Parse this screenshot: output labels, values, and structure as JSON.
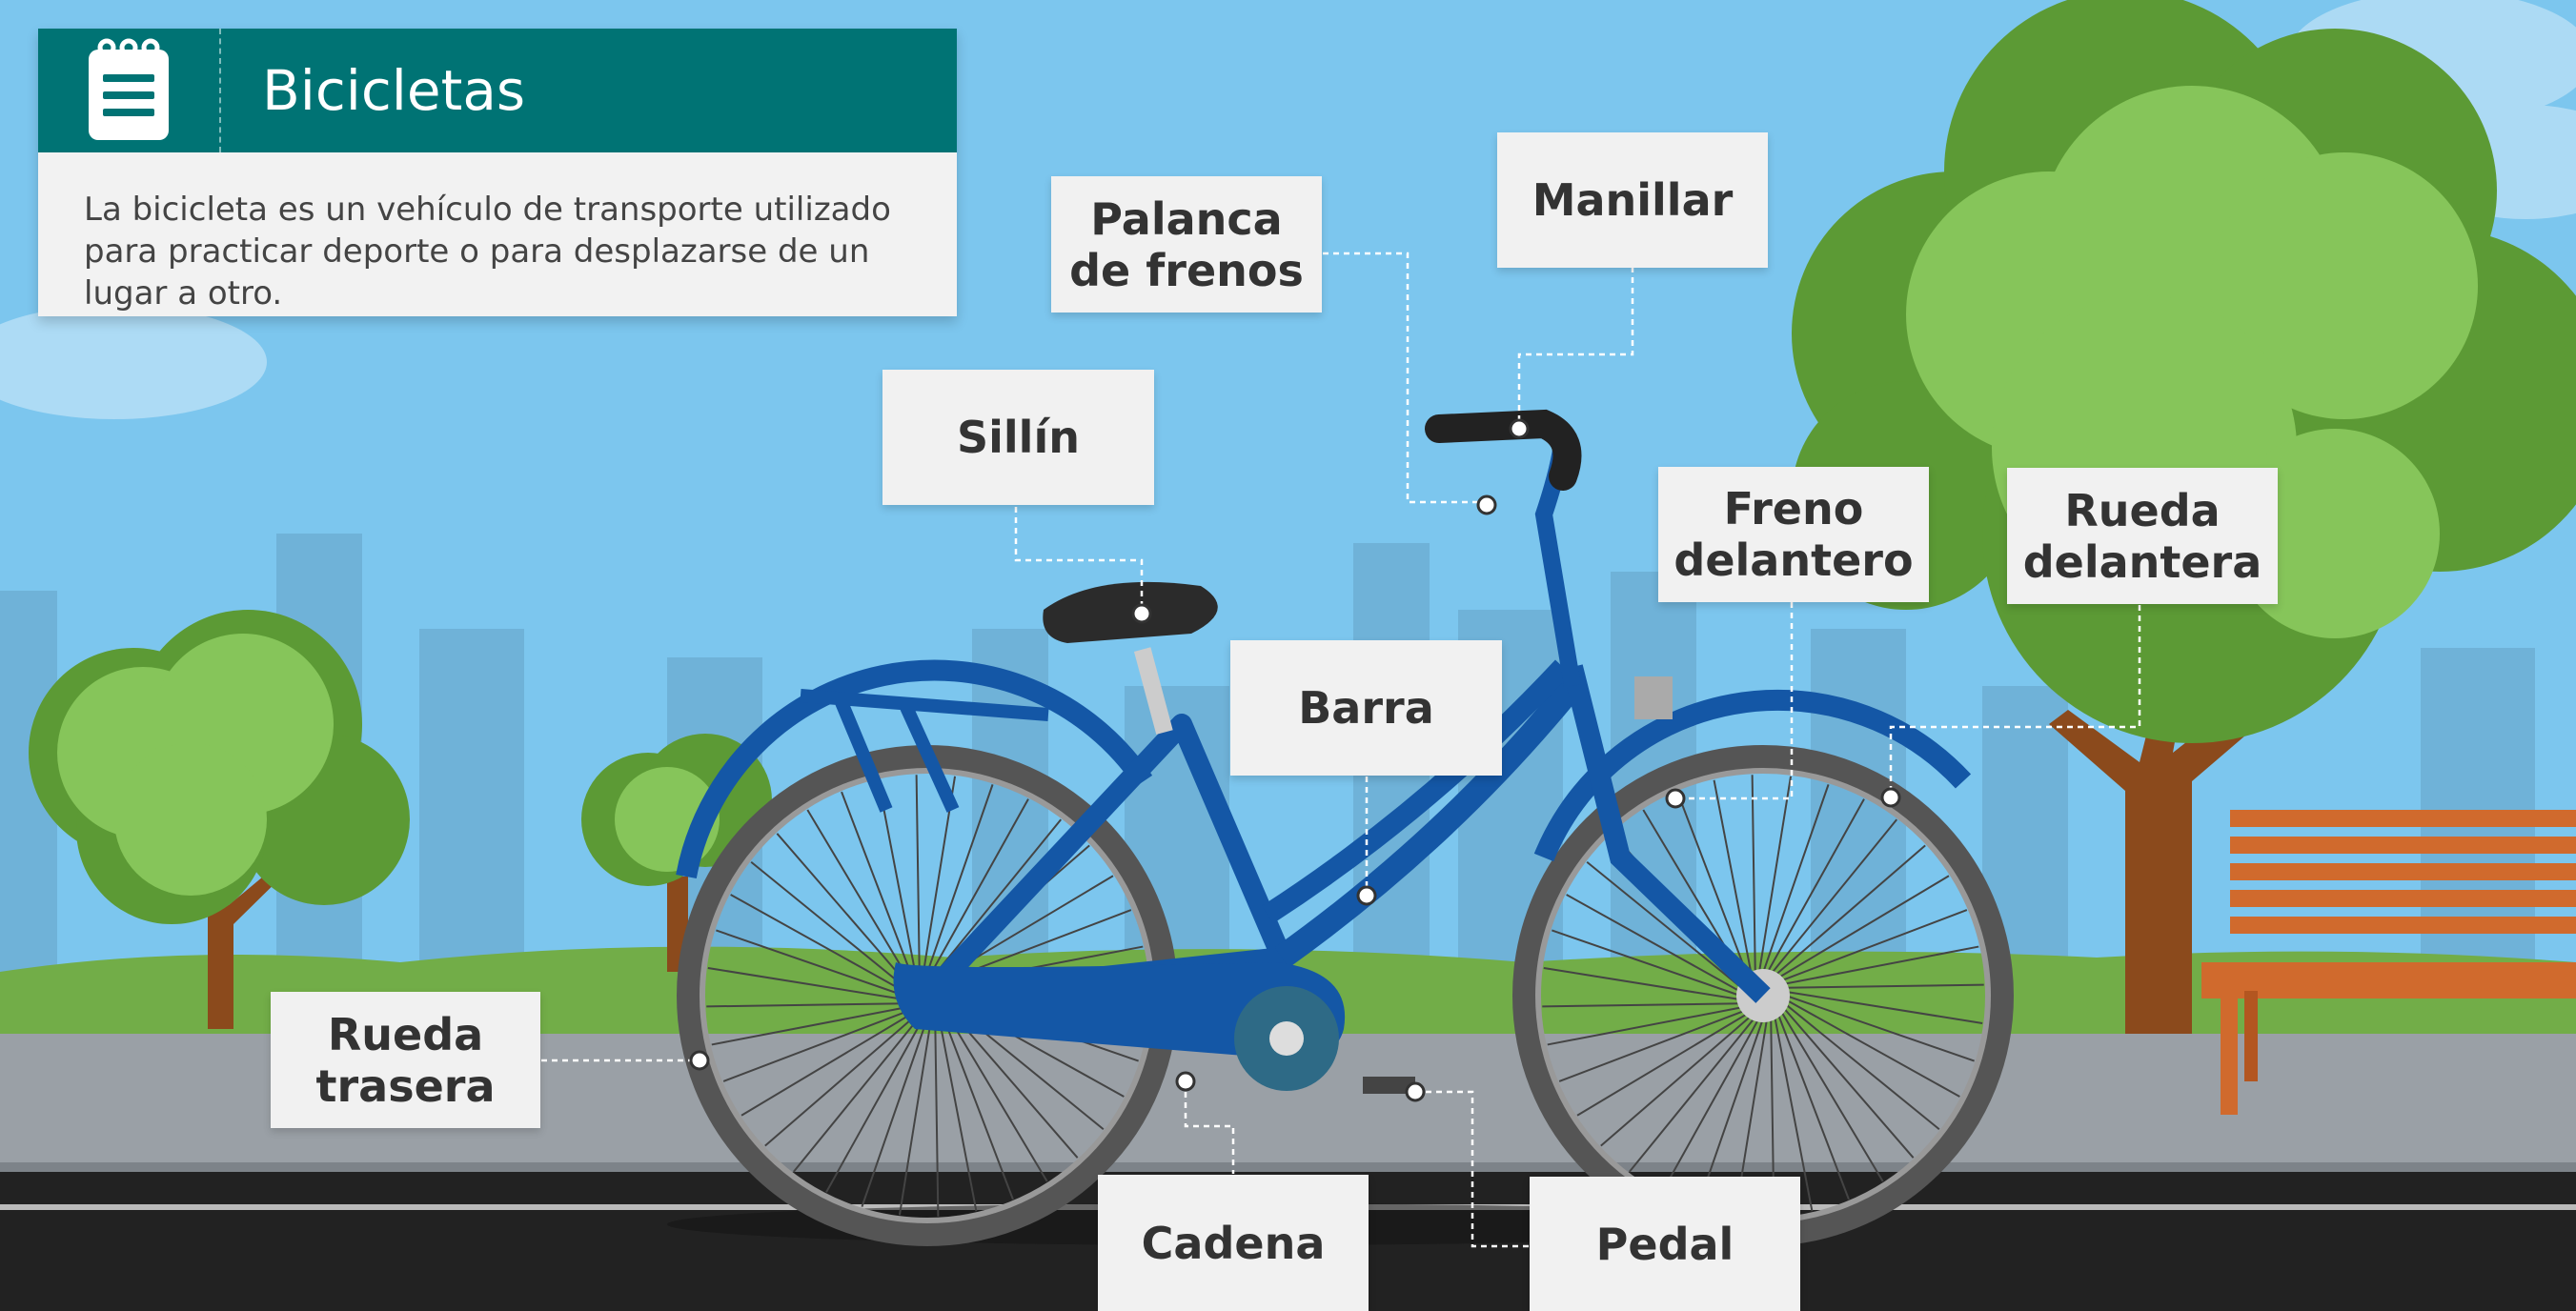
{
  "card": {
    "title": "Bicicletas",
    "description": "La bicicleta es un vehículo de transporte utilizado para practicar deporte o para desplazarse de un lugar a otro.",
    "icon": "notepad-icon"
  },
  "labels": {
    "manillar": "Manillar",
    "palanca_line1": "Palanca",
    "palanca_line2": "de frenos",
    "sillin": "Sillín",
    "barra": "Barra",
    "freno_line1": "Freno",
    "freno_line2": "delantero",
    "rueda_del_line1": "Rueda",
    "rueda_del_line2": "delantera",
    "rueda_tra_line1": "Rueda",
    "rueda_tra_line2": "trasera",
    "cadena": "Cadena",
    "pedal": "Pedal"
  },
  "colors": {
    "sky": "#7cc6ee",
    "header": "#007374",
    "bike": "#1457a6",
    "tree": "#7cc04e",
    "road": "#222222"
  }
}
